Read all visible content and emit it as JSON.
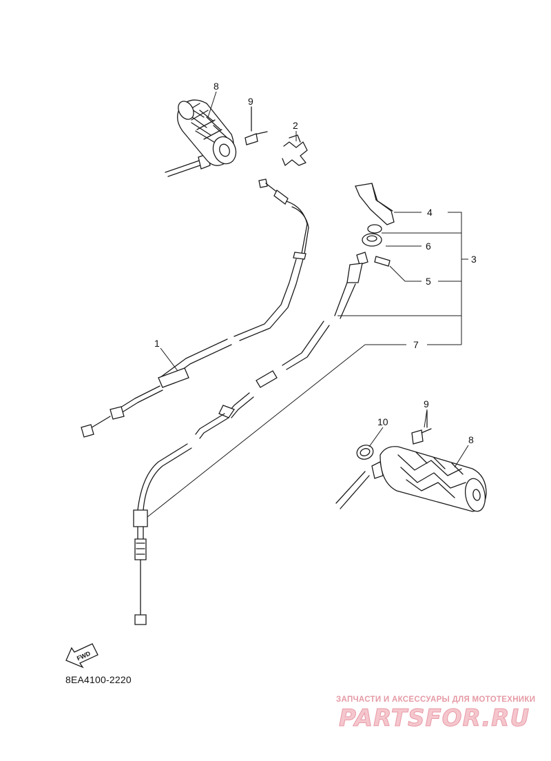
{
  "callouts": [
    {
      "id": "1",
      "label": "1"
    },
    {
      "id": "2",
      "label": "2"
    },
    {
      "id": "3",
      "label": "3"
    },
    {
      "id": "4",
      "label": "4"
    },
    {
      "id": "5",
      "label": "5"
    },
    {
      "id": "6",
      "label": "6"
    },
    {
      "id": "7",
      "label": "7"
    },
    {
      "id": "8a",
      "label": "8"
    },
    {
      "id": "8b",
      "label": "8"
    },
    {
      "id": "9a",
      "label": "9"
    },
    {
      "id": "9b",
      "label": "9"
    },
    {
      "id": "10",
      "label": "10"
    }
  ],
  "fwd_badge": "FWD",
  "diagram_code": "8EA4100-2220",
  "watermark": {
    "tagline": "ЗАПЧАСТИ И АКСЕССУАРЫ ДЛЯ МОТОТЕХНИКИ",
    "logo": "PARTSFOR.RU"
  },
  "colors": {
    "ink": "#1a1a1a",
    "watermark_pink": "#e89aa6"
  }
}
